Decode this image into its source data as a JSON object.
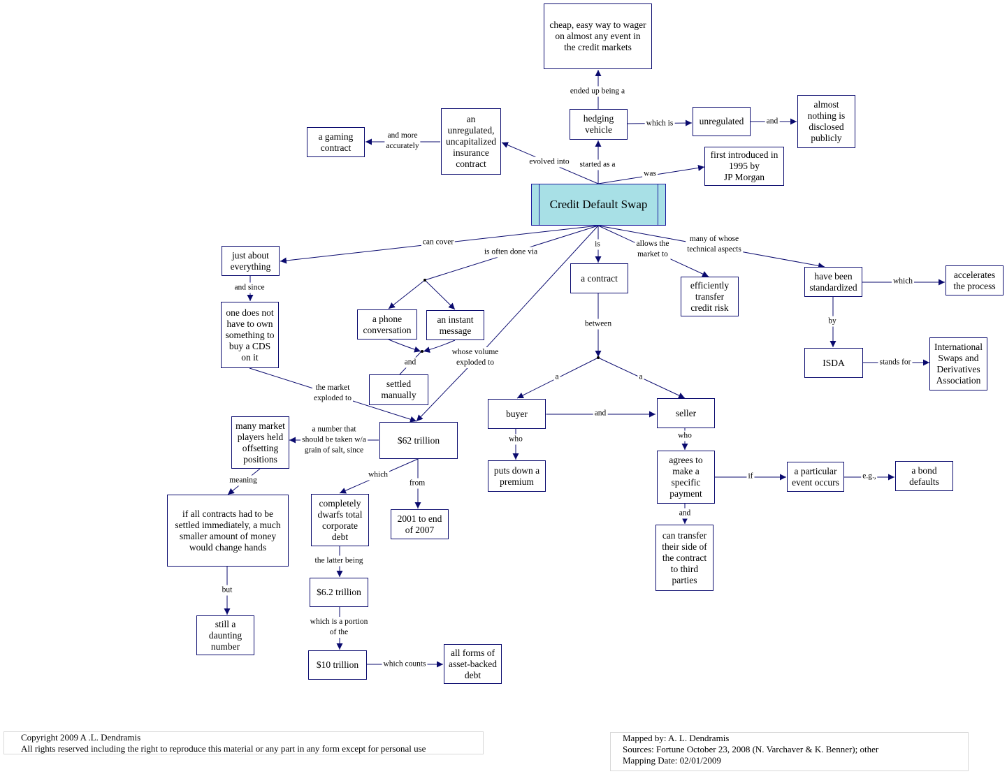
{
  "colors": {
    "edge": "#0a0a6e",
    "node_border": "#0a0a6e",
    "main_fill": "#a8e0e6"
  },
  "nodes": {
    "cds": "Credit Default Swap",
    "cheap_wager": "cheap, easy way to wager\non almost any event in\nthe credit markets",
    "hedging_vehicle": "hedging\nvehicle",
    "unregulated": "unregulated",
    "almost_nothing": "almost\nnothing is\ndisclosed\npublicly",
    "first_introduced": "first introduced in\n1995 by\nJP Morgan",
    "insurance_contract": "an\nunregulated,\nuncapitalized\ninsurance\ncontract",
    "gaming_contract": "a gaming\ncontract",
    "just_about": "just about\neverything",
    "one_does_not": "one does not\nhave to own\nsomething to\nbuy a CDS\non it",
    "phone": "a phone\nconversation",
    "instant_message": "an instant\nmessage",
    "settled_manually": "settled\nmanually",
    "a_contract": "a contract",
    "efficiently": "efficiently\ntransfer\ncredit risk",
    "standardized": "have been\nstandardized",
    "accelerates": "accelerates\nthe process",
    "isda": "ISDA",
    "international": "International\nSwaps and\nDerivatives\nAssociation",
    "buyer": "buyer",
    "seller": "seller",
    "puts_down": "puts down a\npremium",
    "agrees": "agrees to\nmake a\nspecific\npayment",
    "particular_event": "a particular\nevent occurs",
    "bond_defaults": "a bond\ndefaults",
    "can_transfer": "can transfer\ntheir side of\nthe contract\nto third\nparties",
    "sixty_two": "$62 trillion",
    "many_players": "many market\nplayers held\noffsetting\npositions",
    "if_all": "if all contracts had to be\nsettled immediately, a much\nsmaller amount of money\nwould change hands",
    "still_daunting": "still a\ndaunting\nnumber",
    "dwarfs": "completely\ndwarfs total\ncorporate\ndebt",
    "y2001": "2001 to end\nof 2007",
    "six_point_two": "$6.2 trillion",
    "ten_trillion": "$10 trillion",
    "asset_backed": "all forms of\nasset-backed\ndebt"
  },
  "links": {
    "ended_up_being_a": "ended up being a",
    "which_is": "which is",
    "and_1": "and",
    "was": "was",
    "started_as_a": "started as a",
    "evolved_into": "evolved into",
    "and_more_accurately": "and more\naccurately",
    "can_cover": "can cover",
    "and_since": "and since",
    "is_often_done_via": "is often done via",
    "and_2": "and",
    "whose_volume": "whose volume\nexploded to",
    "the_market": "the market\nexploded to",
    "is": "is",
    "allows_the_market_to": "allows the\nmarket to",
    "many_of_whose": "many of whose\ntechnical aspects",
    "which_1": "which",
    "by": "by",
    "stands_for": "stands for",
    "between": "between",
    "a_1": "a",
    "a_2": "a",
    "and_3": "and",
    "who_1": "who",
    "who_2": "who",
    "if": "if",
    "eg": "e.g.,",
    "and_4": "and",
    "a_number_that": "a number that\nshould be taken w/a\ngrain of salt, since",
    "meaning": "meaning",
    "but": "but",
    "which_2": "which",
    "from": "from",
    "the_latter_being": "the latter being",
    "which_is_a_portion": "which is a portion\nof the",
    "which_counts": "which counts"
  },
  "footer": {
    "copyright": "Copyright 2009  A .L. Dendramis\nAll rights reserved including the right to reproduce this material or any part in any form except for personal use",
    "mapped": "Mapped by: A. L. Dendramis\nSources:  Fortune October 23, 2008 (N. Varchaver & K. Benner); other\nMapping Date: 02/01/2009"
  }
}
